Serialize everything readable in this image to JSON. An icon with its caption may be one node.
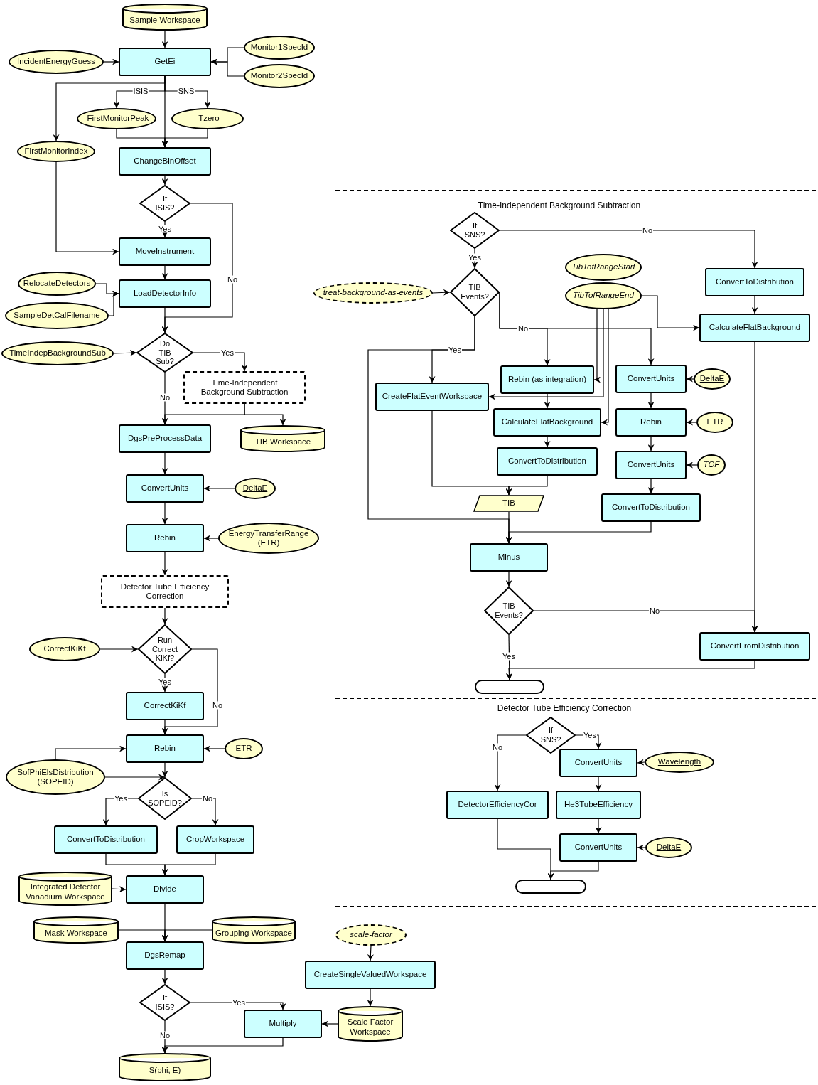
{
  "diagram": {
    "nodes": [
      {
        "text": [
          "Sample Workspace"
        ]
      },
      {
        "text": [
          "GetEi"
        ]
      },
      {
        "text": [
          "IncidentEnergyGuess"
        ]
      },
      {
        "text": [
          "Monitor1SpecId"
        ]
      },
      {
        "text": [
          "Monitor2SpecId"
        ]
      },
      {
        "text": [
          "-FirstMonitorPeak"
        ]
      },
      {
        "text": [
          "-Tzero"
        ]
      },
      {
        "text": [
          "FirstMonitorIndex"
        ]
      },
      {
        "text": [
          "ChangeBinOffset"
        ]
      },
      {
        "text": [
          "If ISIS?"
        ]
      },
      {
        "text": [
          "MoveInstrument"
        ]
      },
      {
        "text": [
          "LoadDetectorInfo"
        ]
      },
      {
        "text": [
          "RelocateDetectors"
        ]
      },
      {
        "text": [
          "SampleDetCalFilename"
        ]
      },
      {
        "text": [
          "Do TIB Sub?"
        ]
      },
      {
        "text": [
          "TimeIndepBackgroundSub"
        ]
      },
      {
        "text": [
          "Time-Independent Background Subtraction"
        ]
      },
      {
        "text": [
          "DgsPreProcessData"
        ]
      },
      {
        "text": [
          "TIB Workspace"
        ]
      },
      {
        "text": [
          "ConvertUnits"
        ]
      },
      {
        "text": [
          "DeltaE"
        ]
      },
      {
        "text": [
          "Rebin"
        ]
      },
      {
        "text": [
          "EnergyTransferRange (ETR)"
        ]
      },
      {
        "text": [
          "Detector Tube Efficiency Correction"
        ]
      },
      {
        "text": [
          "Run Correct KiKf?"
        ]
      },
      {
        "text": [
          "CorrectKiKf"
        ]
      },
      {
        "text": [
          "CorrectKiKf"
        ]
      },
      {
        "text": [
          "Rebin"
        ]
      },
      {
        "text": [
          "ETR"
        ]
      },
      {
        "text": [
          "SofPhiElsDistribution (SOPEID)"
        ]
      },
      {
        "text": [
          "Is SOPEID?"
        ]
      },
      {
        "text": [
          "ConvertToDistribution"
        ]
      },
      {
        "text": [
          "CropWorkspace"
        ]
      },
      {
        "text": [
          "Integrated Detector Vanadium Workspace"
        ]
      },
      {
        "text": [
          "Divide"
        ]
      },
      {
        "text": [
          "Mask Workspace"
        ]
      },
      {
        "text": [
          "Grouping Workspace"
        ]
      },
      {
        "text": [
          "DgsRemap"
        ]
      },
      {
        "text": [
          "If ISIS?"
        ]
      },
      {
        "text": [
          "Multiply"
        ]
      },
      {
        "text": [
          "S(phi, E)"
        ]
      },
      {
        "text": [
          "If SNS?"
        ]
      },
      {
        "text": [
          "ConvertToDistribution"
        ]
      },
      {
        "text": [
          "TibTofRangeStart"
        ]
      },
      {
        "text": [
          "TibTofRangeEnd"
        ]
      },
      {
        "text": [
          "treat-background-as-events"
        ]
      },
      {
        "text": [
          "TIB Events?"
        ]
      },
      {
        "text": [
          "CalculateFlatBackground"
        ]
      },
      {
        "text": [
          "Rebin (as integration)"
        ]
      },
      {
        "text": [
          "ConvertUnits"
        ]
      },
      {
        "text": [
          "DeltaE"
        ]
      },
      {
        "text": [
          "CreateFlatEventWorkspace"
        ]
      },
      {
        "text": [
          "CalculateFlatBackground"
        ]
      },
      {
        "text": [
          "Rebin"
        ]
      },
      {
        "text": [
          "ETR"
        ]
      },
      {
        "text": [
          "ConvertToDistribution"
        ]
      },
      {
        "text": [
          "ConvertUnits"
        ]
      },
      {
        "text": [
          "TOF"
        ]
      },
      {
        "text": [
          "TIB"
        ]
      },
      {
        "text": [
          "ConvertToDistribution"
        ]
      },
      {
        "text": [
          "Minus"
        ]
      },
      {
        "text": [
          "TIB Events?"
        ]
      },
      {
        "text": [
          "ConvertFromDistribution"
        ]
      },
      {
        "text": [],
        "shape": "oval"
      },
      {
        "text": [
          "If SNS?"
        ]
      },
      {
        "text": [
          "ConvertUnits"
        ]
      },
      {
        "text": [
          "Wavelength"
        ]
      },
      {
        "text": [
          "DetectorEfficiencyCor"
        ]
      },
      {
        "text": [
          "He3TubeEfficiency"
        ]
      },
      {
        "text": [
          "ConvertUnits"
        ]
      },
      {
        "text": [
          "DeltaE"
        ]
      },
      {
        "text": [],
        "shape": "oval"
      },
      {
        "text": [
          "scale-factor"
        ]
      },
      {
        "text": [
          "CreateSingleValuedWorkspace"
        ]
      },
      {
        "text": [
          "Scale Factor Workspace"
        ]
      }
    ],
    "edges": [
      {
        "from": 0,
        "to": 1,
        "arrow": "to"
      },
      {
        "from": 2,
        "to": 1,
        "arrow": "to"
      },
      {
        "from": 3,
        "to": 1,
        "arrow": "to"
      },
      {
        "from": 4,
        "to": 1,
        "arrow": "to"
      },
      {
        "from": 1,
        "to": 5,
        "arrow": "to",
        "label": "ISIS"
      },
      {
        "from": 1,
        "to": 6,
        "arrow": "to",
        "label": "SNS"
      },
      {
        "from": 1,
        "to": 7,
        "arrow": "to"
      },
      {
        "from": 1,
        "to": 8,
        "arrow": "to"
      },
      {
        "from": 5,
        "to": 8,
        "arrow": "to"
      },
      {
        "from": 6,
        "to": 8,
        "arrow": "to"
      },
      {
        "from": 8,
        "to": 9,
        "arrow": "to"
      },
      {
        "from": 9,
        "to": 10,
        "arrow": "to",
        "label": "Yes"
      },
      {
        "from": 9,
        "to": 14,
        "arrow": "to",
        "label": "No"
      },
      {
        "from": 7,
        "to": 10,
        "arrow": "to"
      },
      {
        "from": 10,
        "to": 11,
        "arrow": "to"
      },
      {
        "from": 12,
        "to": 11,
        "arrow": "to"
      },
      {
        "from": 13,
        "to": 11,
        "arrow": "to"
      },
      {
        "from": 11,
        "to": 14,
        "arrow": "to"
      },
      {
        "from": 15,
        "to": 14,
        "arrow": "to"
      },
      {
        "from": 14,
        "to": 16,
        "arrow": "to",
        "label": "Yes"
      },
      {
        "from": 14,
        "to": 17,
        "arrow": "to",
        "label": "No"
      },
      {
        "from": 16,
        "to": 17,
        "arrow": "to"
      },
      {
        "from": 16,
        "to": 18,
        "arrow": "to"
      },
      {
        "from": 17,
        "to": 19,
        "arrow": "to"
      },
      {
        "from": 20,
        "to": 19,
        "arrow": "to"
      },
      {
        "from": 19,
        "to": 21,
        "arrow": "to"
      },
      {
        "from": 22,
        "to": 21,
        "arrow": "to"
      },
      {
        "from": 21,
        "to": 23,
        "arrow": "to"
      },
      {
        "from": 23,
        "to": 24,
        "arrow": "to"
      },
      {
        "from": 25,
        "to": 24,
        "arrow": "to"
      },
      {
        "from": 24,
        "to": 26,
        "arrow": "to",
        "label": "Yes"
      },
      {
        "from": 24,
        "to": 27,
        "arrow": "to",
        "label": "No"
      },
      {
        "from": 26,
        "to": 27,
        "arrow": "to"
      },
      {
        "from": 28,
        "to": 27,
        "arrow": "to"
      },
      {
        "from": 29,
        "to": 27,
        "arrow": "to"
      },
      {
        "from": 29,
        "to": 30,
        "arrow": "to"
      },
      {
        "from": 27,
        "to": 30,
        "arrow": "to"
      },
      {
        "from": 30,
        "to": 31,
        "arrow": "to",
        "label": "Yes"
      },
      {
        "from": 30,
        "to": 32,
        "arrow": "to",
        "label": "No"
      },
      {
        "from": 31,
        "to": 34,
        "arrow": "to"
      },
      {
        "from": 32,
        "to": 34,
        "arrow": "to"
      },
      {
        "from": 33,
        "to": 34,
        "arrow": "to"
      },
      {
        "from": 34,
        "to": 37,
        "arrow": "to"
      },
      {
        "from": 35,
        "to": 37,
        "arrow": "to"
      },
      {
        "from": 36,
        "to": 37,
        "arrow": "to"
      },
      {
        "from": 37,
        "to": 38,
        "arrow": "to"
      },
      {
        "from": 38,
        "to": 39,
        "arrow": "to",
        "label": "Yes"
      },
      {
        "from": 38,
        "to": 40,
        "arrow": "to",
        "label": "No"
      },
      {
        "from": 39,
        "to": 40,
        "arrow": "to"
      },
      {
        "from": 74,
        "to": 39,
        "arrow": "to"
      },
      {
        "from": 72,
        "to": 73,
        "arrow": "to"
      },
      {
        "from": 73,
        "to": 74,
        "arrow": "to"
      },
      {
        "from": 41,
        "to": 42,
        "arrow": "to",
        "label": "No"
      },
      {
        "from": 41,
        "to": 46,
        "arrow": "to",
        "label": "Yes"
      },
      {
        "from": 45,
        "to": 46,
        "arrow": "to"
      },
      {
        "from": 42,
        "to": 47,
        "arrow": "to"
      },
      {
        "from": 46,
        "to": 51,
        "arrow": "to",
        "label": "Yes"
      },
      {
        "from": 46,
        "to": 60,
        "arrow": "to"
      },
      {
        "from": 46,
        "to": 48,
        "arrow": "to",
        "label": "No"
      },
      {
        "from": 46,
        "to": 49,
        "arrow": "to"
      },
      {
        "from": 44,
        "to": 47,
        "arrow": "to"
      },
      {
        "from": 44,
        "to": 48,
        "arrow": "to"
      },
      {
        "from": 44,
        "to": 51,
        "arrow": "to"
      },
      {
        "from": 44,
        "to": 52,
        "arrow": "to"
      },
      {
        "from": 48,
        "to": 52,
        "arrow": "to"
      },
      {
        "from": 52,
        "to": 55,
        "arrow": "to"
      },
      {
        "from": 55,
        "to": 58,
        "arrow": "to"
      },
      {
        "from": 51,
        "to": 58,
        "arrow": "to"
      },
      {
        "from": 49,
        "to": 53,
        "arrow": "to"
      },
      {
        "from": 50,
        "to": 49,
        "arrow": "to"
      },
      {
        "from": 53,
        "to": 56,
        "arrow": "to"
      },
      {
        "from": 54,
        "to": 53,
        "arrow": "to"
      },
      {
        "from": 56,
        "to": 59,
        "arrow": "to"
      },
      {
        "from": 57,
        "to": 56,
        "arrow": "to"
      },
      {
        "from": 58,
        "to": 60,
        "arrow": "to"
      },
      {
        "from": 59,
        "to": 60,
        "arrow": "to"
      },
      {
        "from": 60,
        "to": 61,
        "arrow": "to"
      },
      {
        "from": 61,
        "to": 63,
        "arrow": "to",
        "label": "Yes"
      },
      {
        "from": 61,
        "to": 62,
        "arrow": "to",
        "label": "No"
      },
      {
        "from": 47,
        "to": 62,
        "arrow": "to"
      },
      {
        "from": 62,
        "to": 63,
        "arrow": "to"
      },
      {
        "from": 64,
        "to": 65,
        "arrow": "to",
        "label": "Yes"
      },
      {
        "from": 64,
        "to": 67,
        "arrow": "to",
        "label": "No"
      },
      {
        "from": 65,
        "to": 68,
        "arrow": "to"
      },
      {
        "from": 66,
        "to": 65,
        "arrow": "to"
      },
      {
        "from": 68,
        "to": 69,
        "arrow": "to"
      },
      {
        "from": 70,
        "to": 69,
        "arrow": "to"
      },
      {
        "from": 67,
        "to": 71,
        "arrow": "to"
      },
      {
        "from": 69,
        "to": 71,
        "arrow": "to"
      }
    ],
    "labels": [
      "Time-Independent Background Subtraction",
      "Detector Tube Efficiency Correction"
    ]
  }
}
